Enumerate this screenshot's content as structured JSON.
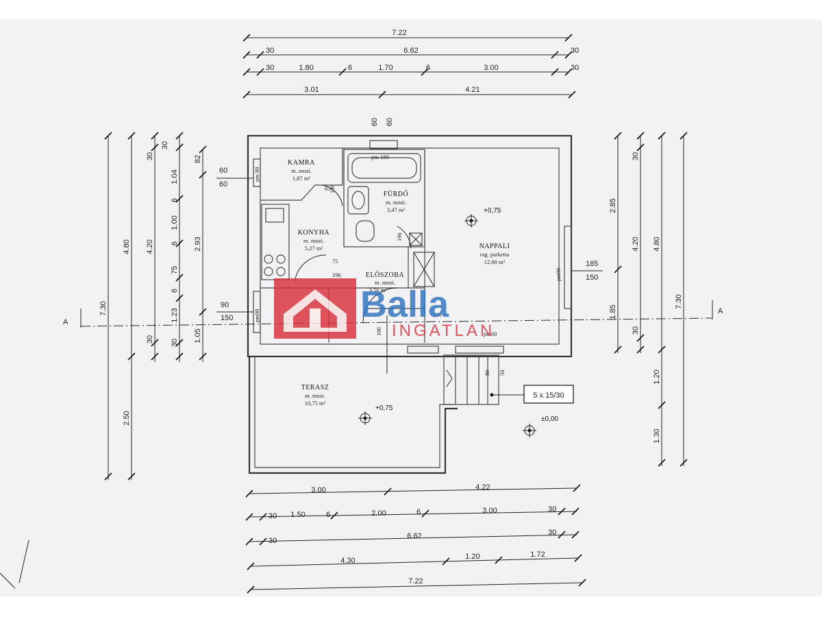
{
  "dims_top": {
    "row1": [
      "7.22"
    ],
    "row2": [
      "30",
      "6.62",
      "30"
    ],
    "row3": [
      "30",
      "1.80",
      "6",
      "1.70",
      "6",
      "3.00",
      "30"
    ],
    "row4": [
      "3.01",
      "4.21"
    ]
  },
  "dims_bottom": {
    "row1": [
      "3.00",
      "4.22"
    ],
    "row2": [
      "30",
      "1.50",
      "6",
      "2.00",
      "6",
      "3.00",
      "30"
    ],
    "row3": [
      "30",
      "6.62",
      "30"
    ],
    "row4": [
      "4.30",
      "1.20",
      "1.72"
    ],
    "row5": [
      "7.22"
    ]
  },
  "dims_left": {
    "outer": [
      "7.30",
      "2.50"
    ],
    "second": [
      "4.80"
    ],
    "third": [
      "30",
      "4.20",
      "30"
    ],
    "fourth": [
      "30",
      "1.04",
      "6",
      "1.00",
      "6",
      "75",
      "6",
      "1.23",
      "30"
    ],
    "fifth": [
      "82",
      "2.93",
      "1.05"
    ]
  },
  "dims_right": {
    "inner": [
      "2.85",
      "1.85"
    ],
    "second": [
      "30",
      "4.20",
      "30"
    ],
    "third": [
      "4.80",
      "1.20",
      "1.30"
    ],
    "outer": [
      "7.30"
    ]
  },
  "openings": {
    "top_window_a": "60",
    "top_window_b": "60",
    "kamra_left_a": "60",
    "kamra_left_b": "60",
    "kamra_win": "pm 80",
    "furdo_win": "pm 180",
    "hall_left_a": "90",
    "hall_left_b": "150",
    "hall_win": "pm90",
    "nappali_right_a": "185",
    "nappali_right_b": "150",
    "nappali_win": "pm90",
    "door_196_a": "196",
    "door_196_b": "196",
    "door_196_c": "196",
    "door_75": "75",
    "door_65": "65",
    "door_100": "100",
    "door_210": "210",
    "door_pm60": "pm60",
    "stair_80": "80",
    "stair_50": "50"
  },
  "rooms": {
    "kamra": {
      "name": "KAMRA",
      "sub": "m. mozi.",
      "area": "1,87 m²"
    },
    "furdo": {
      "name": "FÜRDŐ",
      "sub": "m. mozi.",
      "area": "3,47 m²"
    },
    "konyha": {
      "name": "KONYHA",
      "sub": "m. mozi.",
      "area": "5,27 m²"
    },
    "eloszoba": {
      "name": "ELŐSZOBA",
      "sub": "m. mozi.",
      "area": "3,56 m²"
    },
    "nappali": {
      "name": "NAPPALI",
      "sub": "rag. parketta",
      "area": "12,60 m²"
    },
    "terasz": {
      "name": "TERASZ",
      "sub": "m. mozi.",
      "area": "10,75 m²"
    }
  },
  "levels": {
    "nappali": "+0,75",
    "terasz": "+0,75",
    "ground": "±0,00"
  },
  "stairs_label": "5 x 15/30",
  "section": {
    "left": "A",
    "right": "A"
  },
  "watermark": {
    "brand": "Balla",
    "sub": "INGATLAN"
  },
  "colors": {
    "watermark_red": "#d9303a",
    "watermark_blue": "#2f74c0",
    "line": "#222222"
  }
}
